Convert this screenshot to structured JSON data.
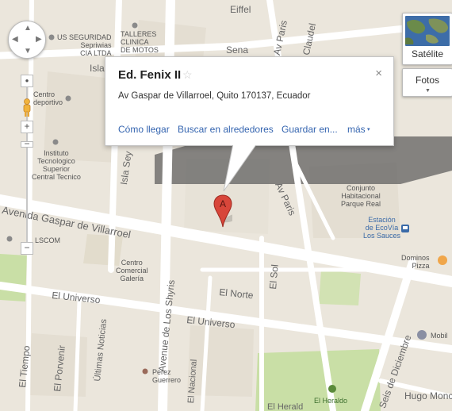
{
  "map_controls": {
    "satellite_label": "Satélite",
    "photos_label": "Fotos",
    "zoom_in": "+",
    "zoom_out": "−"
  },
  "infowindow": {
    "title": "Ed. Fenix II",
    "address": "Av Gaspar de Villarroel, Quito 170137, Ecuador",
    "links": [
      "Cómo llegar",
      "Buscar en alrededores",
      "Guardar en...",
      "más"
    ],
    "close": "×"
  },
  "marker": {
    "letter": "A"
  },
  "streets": {
    "eiffel": "Eiffel",
    "av_paris_top": "Av Paris",
    "claudel": "Claudel",
    "sena": "Sena",
    "isla_top": "Isla",
    "isla_sey": "Isla Sey",
    "gaspar": "Avenida Gaspar de Villarroel",
    "av_paris_mid": "Av Paris",
    "el_norte": "El Norte",
    "el_sol": "El Sol",
    "el_universo_left": "El Universo",
    "el_universo_mid": "El Universo",
    "shyris": "Avenue de Los Shyris",
    "el_tiempo": "El Tiempo",
    "el_porvenir": "El Porvenir",
    "ultimas_noticias": "Últimas Noticias",
    "el_nacional": "El Nacional",
    "seis_diciembre": "Seis de Diciembre",
    "hugo_moncayo": "Hugo Monc",
    "el_herald": "El Herald"
  },
  "pois": {
    "us_seguridad": "US SEGURIDAD\nSepriwias\nCIA LTDA",
    "talleres": "TALLERES\nCLINICA\nDE MOTOS",
    "centro_deportivo": "Centro\ndeportivo",
    "instituto": "Instituto\nTecnologico\nSuperior\nCentral Tecnico",
    "conjunto": "Conjunto\nHabitacional\nParque Real",
    "ecovia": "Estación\nde EcoVía\nLos Sauces",
    "lscom": "LSCOM",
    "centro_comercial": "Centro\nComercial\nGalería",
    "dominos": "Dominos\nPizza",
    "mobil": "Mobil",
    "perez_guerrero": "Perez\nGuerrero",
    "el_heraldo": "El Heraldo"
  },
  "colors": {
    "land": "#ebe6dc",
    "road": "#ffffff",
    "park": "#c9dfa6",
    "block": "#e2ddd1",
    "link": "#3565b0",
    "marker": "#d8463a"
  }
}
